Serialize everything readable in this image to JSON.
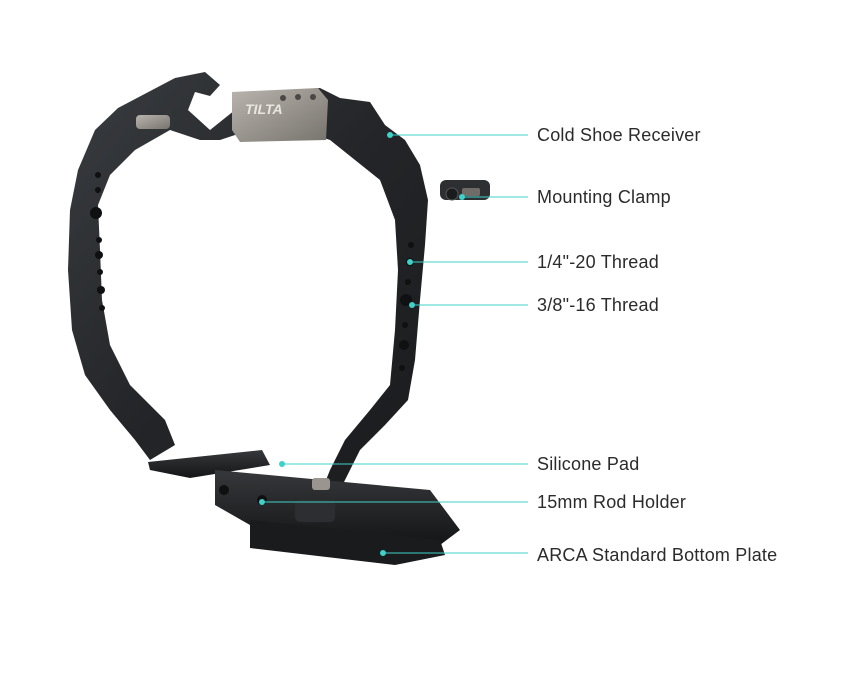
{
  "product": {
    "brand_logo_text": "TILTA"
  },
  "callouts": [
    {
      "id": "cold-shoe-receiver",
      "label": "Cold Shoe Receiver"
    },
    {
      "id": "mounting-clamp",
      "label": "Mounting Clamp"
    },
    {
      "id": "quarter-20-thread",
      "label": "1/4\"-20 Thread"
    },
    {
      "id": "three-eighths-16-thread",
      "label": "3/8\"-16 Thread"
    },
    {
      "id": "silicone-pad",
      "label": "Silicone Pad"
    },
    {
      "id": "rod-holder",
      "label": "15mm Rod Holder"
    },
    {
      "id": "arca-bottom-plate",
      "label": "ARCA Standard Bottom Plate"
    }
  ],
  "colors": {
    "leader_line": "#3fd0c9",
    "cage_body": "#2a2c2f",
    "accent_metal": "#8e8a84",
    "label_text": "#2b2b2b"
  }
}
